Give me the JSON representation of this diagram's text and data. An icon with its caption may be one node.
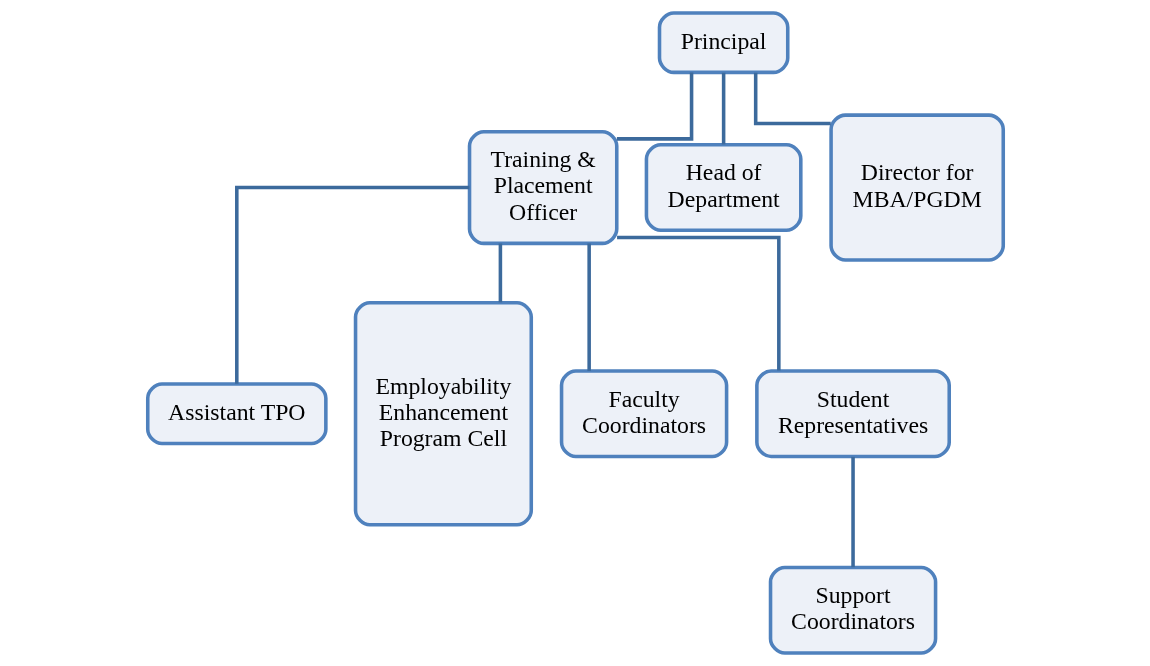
{
  "diagram": {
    "nodes": [
      {
        "text": [
          "Principal"
        ]
      },
      {
        "text": [
          "Training & Placement Officer"
        ]
      },
      {
        "text": [
          "Head of Department"
        ]
      },
      {
        "text": [
          "Director for MBA/PGDM"
        ]
      },
      {
        "text": [
          "Assistant TPO"
        ]
      },
      {
        "text": [
          "Employability Enhancement Program Cell"
        ]
      },
      {
        "text": [
          "Faculty Coordinators"
        ]
      },
      {
        "text": [
          "Student Representatives"
        ]
      },
      {
        "text": [
          "Support Coordinators"
        ]
      }
    ],
    "edges": [
      {
        "from": 0,
        "to": 1,
        "arrow": "none"
      },
      {
        "from": 0,
        "to": 2,
        "arrow": "none"
      },
      {
        "from": 0,
        "to": 3,
        "arrow": "none"
      },
      {
        "from": 1,
        "to": 4,
        "arrow": "none"
      },
      {
        "from": 1,
        "to": 5,
        "arrow": "none"
      },
      {
        "from": 1,
        "to": 6,
        "arrow": "none"
      },
      {
        "from": 1,
        "to": 7,
        "arrow": "none"
      },
      {
        "from": 7,
        "to": 8,
        "arrow": "none"
      }
    ]
  }
}
